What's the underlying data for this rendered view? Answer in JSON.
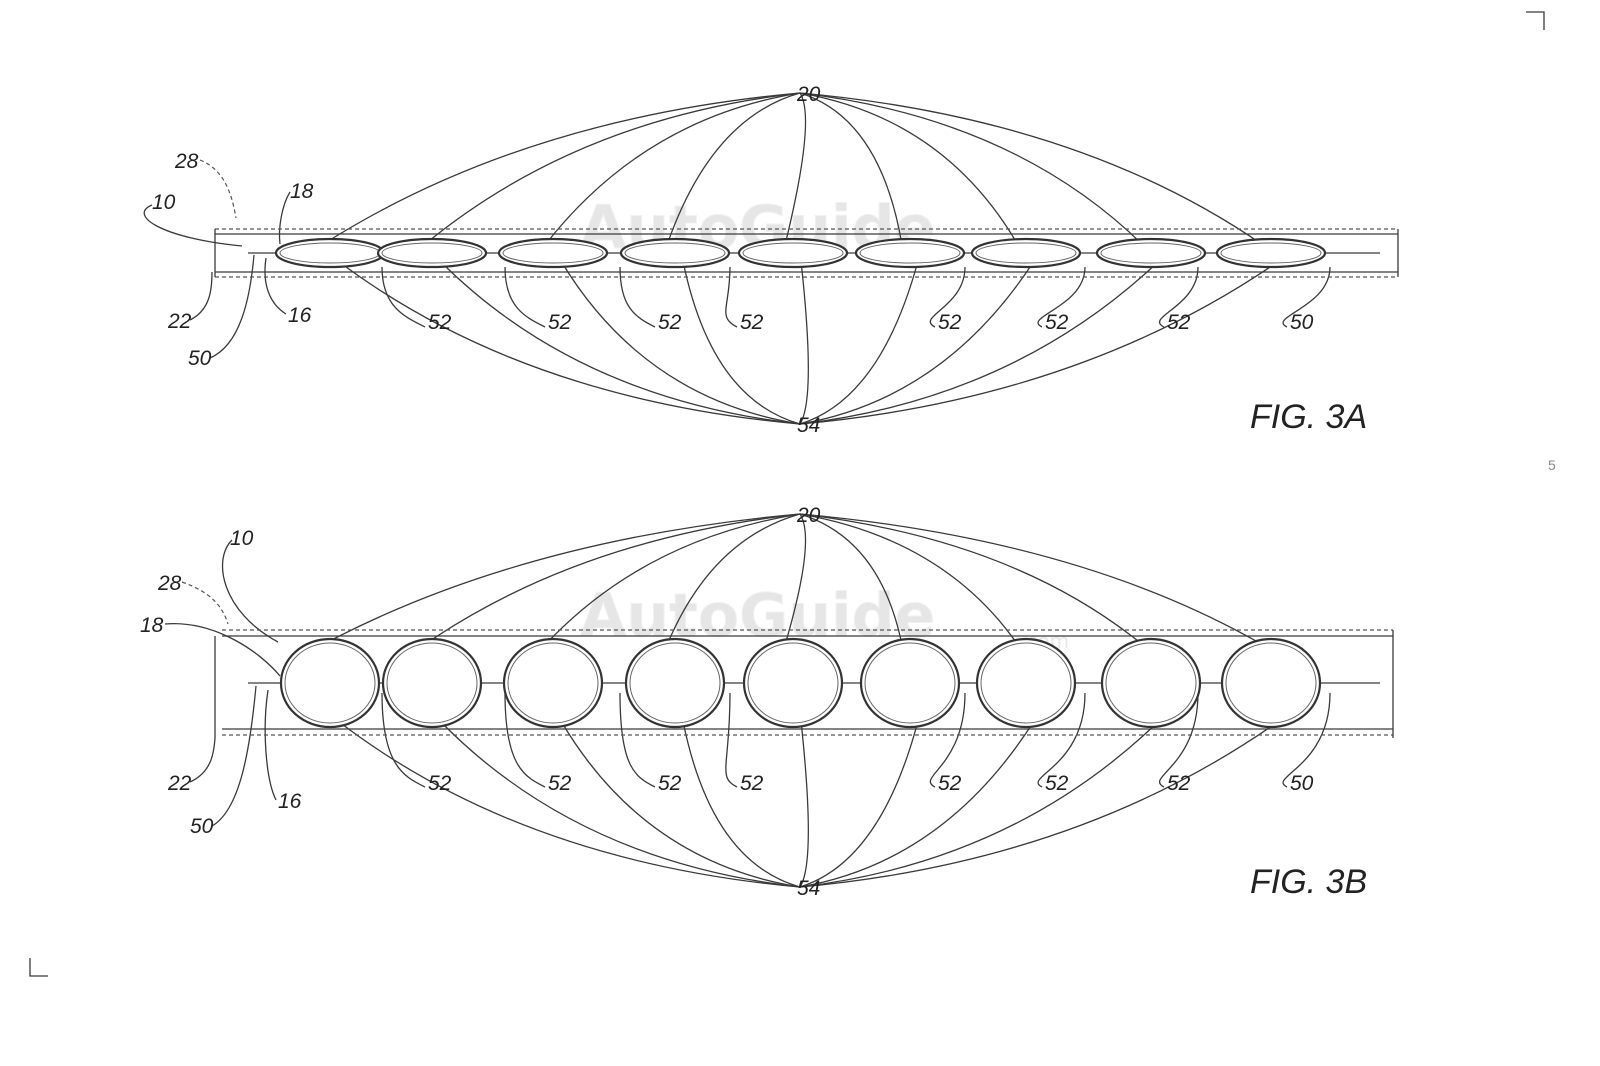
{
  "figures": [
    {
      "id": "fig3a",
      "caption": "FIG. 3A",
      "labels": {
        "top": "20",
        "bottom": "54",
        "ref_28": "28",
        "ref_10": "10",
        "ref_18": "18",
        "ref_22": "22",
        "ref_16": "16",
        "ref_50_left": "50",
        "ref_50_right": "50",
        "ref_52": [
          "52",
          "52",
          "52",
          "52",
          "52",
          "52",
          "52"
        ]
      }
    },
    {
      "id": "fig3b",
      "caption": "FIG. 3B",
      "labels": {
        "top": "20",
        "bottom": "54",
        "ref_28": "28",
        "ref_10": "10",
        "ref_18": "18",
        "ref_22": "22",
        "ref_16": "16",
        "ref_50_left": "50",
        "ref_50_right": "50",
        "ref_52": [
          "52",
          "52",
          "52",
          "52",
          "52",
          "52",
          "52"
        ]
      }
    }
  ],
  "watermark": {
    "text": "AutoGuide",
    "suffix": ".com"
  },
  "margin_mark": "5"
}
